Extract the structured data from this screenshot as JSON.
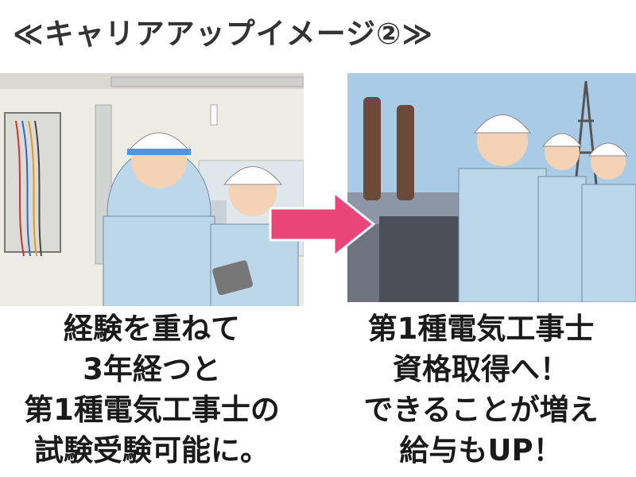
{
  "title": "≪キャリアアップイメージ②≫",
  "left_panel": {
    "caption_lines": [
      "経験を重ねて",
      "3年経つと",
      "第1種電気工事士の",
      "試験受験可能に。"
    ]
  },
  "right_panel": {
    "caption_lines": [
      "第1種電気工事士",
      "資格取得へ！",
      "できることが増え",
      "給与もUP！"
    ]
  },
  "colors": {
    "arrow": "#e8457a",
    "text": "#1a1a1a",
    "uniform": "#bcd6ea",
    "helmet": "#ffffff"
  }
}
